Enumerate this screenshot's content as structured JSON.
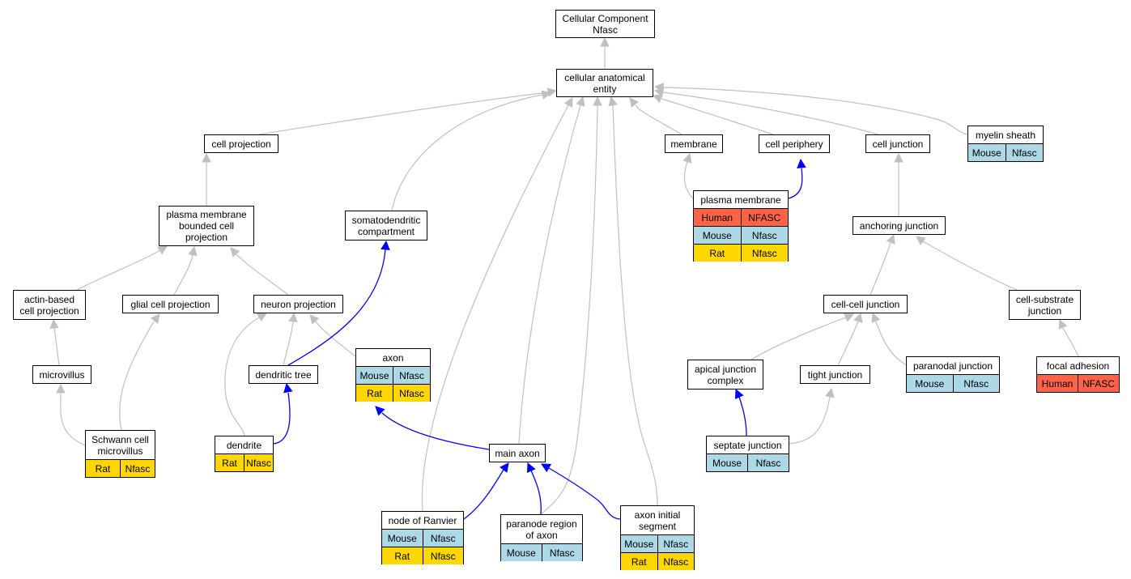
{
  "nodes": {
    "root": {
      "label": "Cellular Component\nNfasc"
    },
    "cae": {
      "label": "cellular anatomical\nentity"
    },
    "cellproj": {
      "label": "cell projection"
    },
    "membrane": {
      "label": "membrane"
    },
    "periphery": {
      "label": "cell periphery"
    },
    "celljunction": {
      "label": "cell junction"
    },
    "myelin": {
      "label": "myelin sheath",
      "rows": [
        [
          "Mouse",
          "Nfasc"
        ]
      ]
    },
    "pmbcp": {
      "label": "plasma membrane\nbounded cell\nprojection"
    },
    "somato": {
      "label": "somatodendritic\ncompartment"
    },
    "plasmamem": {
      "label": "plasma membrane",
      "rows": [
        [
          "Human",
          "NFASC"
        ],
        [
          "Mouse",
          "Nfasc"
        ],
        [
          "Rat",
          "Nfasc"
        ]
      ]
    },
    "anchoring": {
      "label": "anchoring junction"
    },
    "actin": {
      "label": "actin-based\ncell projection"
    },
    "glial": {
      "label": "glial cell projection"
    },
    "neuronproj": {
      "label": "neuron projection"
    },
    "cellcell": {
      "label": "cell-cell junction"
    },
    "cellsub": {
      "label": "cell-substrate\njunction"
    },
    "microvillus": {
      "label": "microvillus"
    },
    "dendtree": {
      "label": "dendritic tree"
    },
    "axon": {
      "label": "axon",
      "rows": [
        [
          "Mouse",
          "Nfasc"
        ],
        [
          "Rat",
          "Nfasc"
        ]
      ]
    },
    "apical": {
      "label": "apical junction\ncomplex"
    },
    "tight": {
      "label": "tight junction"
    },
    "paranodal": {
      "label": "paranodal junction",
      "rows": [
        [
          "Mouse",
          "Nfasc"
        ]
      ]
    },
    "focal": {
      "label": "focal adhesion",
      "rows": [
        [
          "Human",
          "NFASC"
        ]
      ]
    },
    "schwann": {
      "label": "Schwann cell\nmicrovillus",
      "rows": [
        [
          "Rat",
          "Nfasc"
        ]
      ]
    },
    "dendrite": {
      "label": "dendrite",
      "rows": [
        [
          "Rat",
          "Nfasc"
        ]
      ]
    },
    "mainaxon": {
      "label": "main axon"
    },
    "septate": {
      "label": "septate junction",
      "rows": [
        [
          "Mouse",
          "Nfasc"
        ]
      ]
    },
    "ranvier": {
      "label": "node of Ranvier",
      "rows": [
        [
          "Mouse",
          "Nfasc"
        ],
        [
          "Rat",
          "Nfasc"
        ]
      ]
    },
    "paranode": {
      "label": "paranode region\nof axon",
      "rows": [
        [
          "Mouse",
          "Nfasc"
        ]
      ]
    },
    "ais": {
      "label": "axon initial\nsegment",
      "rows": [
        [
          "Mouse",
          "Nfasc"
        ],
        [
          "Rat",
          "Nfasc"
        ]
      ]
    }
  },
  "colors": {
    "is_a_edge": "#c0c0c0",
    "part_of_edge": "#0000ff",
    "Human": "#ff6347",
    "Mouse": "#add8e6",
    "Rat": "#ffd700"
  }
}
